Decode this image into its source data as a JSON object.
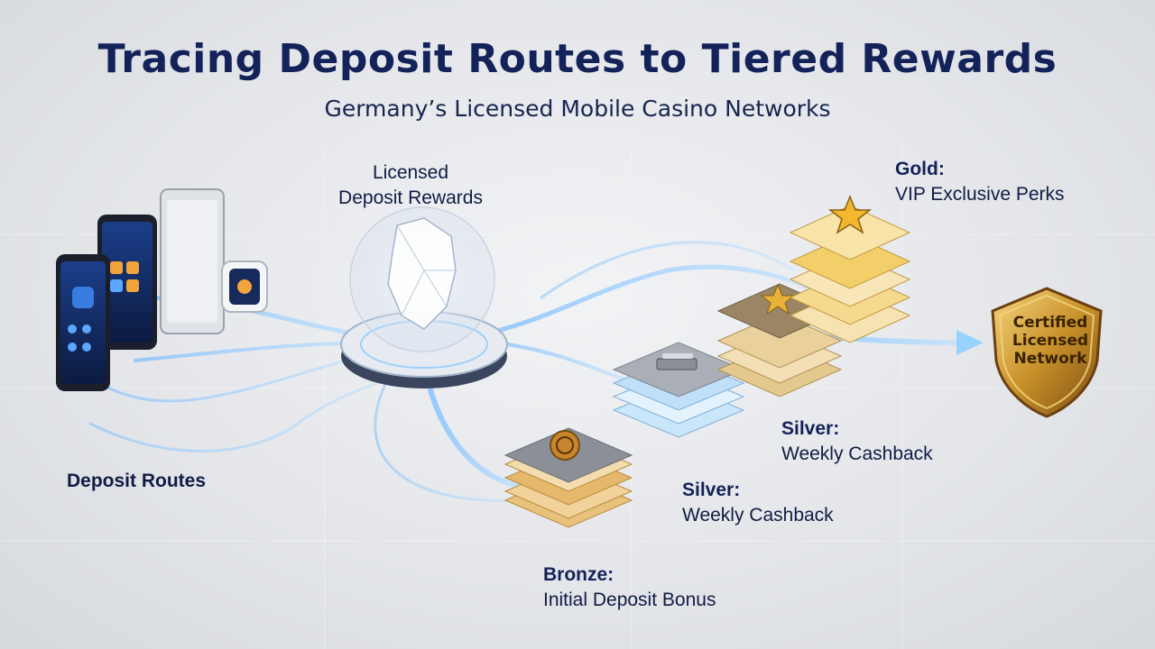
{
  "title": "Tracing Deposit Routes to Tiered Rewards",
  "subtitle": "Germany’s Licensed Mobile Casino Networks",
  "labels": {
    "hub_line1": "Licensed",
    "hub_line2": "Deposit Rewards",
    "routes": "Deposit Routes",
    "bronze_title": "Bronze:",
    "bronze_desc": "Initial Deposit Bonus",
    "silver1_title": "Silver:",
    "silver1_desc": "Weekly Cashback",
    "silver2_title": "Silver:",
    "silver2_desc": "Weekly Cashback",
    "gold_title": "Gold:",
    "gold_desc": "VIP Exclusive Perks"
  },
  "shield": {
    "line1": "Certified",
    "line2": "Licensed",
    "line3": "Network"
  },
  "icons": {
    "devices": [
      "smartphone-icon",
      "tablet-icon",
      "smartwatch-icon"
    ],
    "bronze": "coin-icon",
    "silver": "card-icon",
    "gold": "star-icon"
  },
  "colors": {
    "title": "#14225a",
    "flow": "#7fc4ff",
    "bronze": "#d9a45c",
    "silver": "#b9d9f2",
    "gold": "#f0c24a",
    "shield": "#c8912a"
  }
}
